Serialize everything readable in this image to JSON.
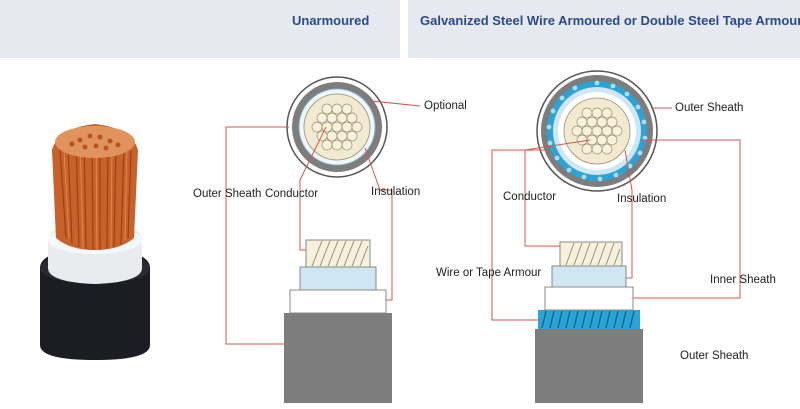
{
  "headings": {
    "unarmoured": "Unarmoured",
    "armoured": "Galvanized Steel Wire Armoured or Double Steel Tape Armoured"
  },
  "unarmoured_labels": {
    "optional": "Optional",
    "outer_sheath": "Outer Sheath",
    "conductor": "Conductor",
    "insulation": "Insulation"
  },
  "armoured_labels": {
    "outer_sheath_top": "Outer Sheath",
    "conductor": "Conductor",
    "insulation": "Insulation",
    "wire_or_tape_armour": "Wire or Tape Armour",
    "inner_sheath": "Inner Sheath",
    "outer_sheath_bottom": "Outer Sheath"
  },
  "colors": {
    "header_bg": "#e6e9ef",
    "heading_text": "#2b4a8c",
    "leader_line": "#d9534f",
    "copper": "#c8612a",
    "outer_sheath": "#7d7d7d",
    "insulation": "#cfe6f3",
    "armour": "#2aa3d6"
  }
}
